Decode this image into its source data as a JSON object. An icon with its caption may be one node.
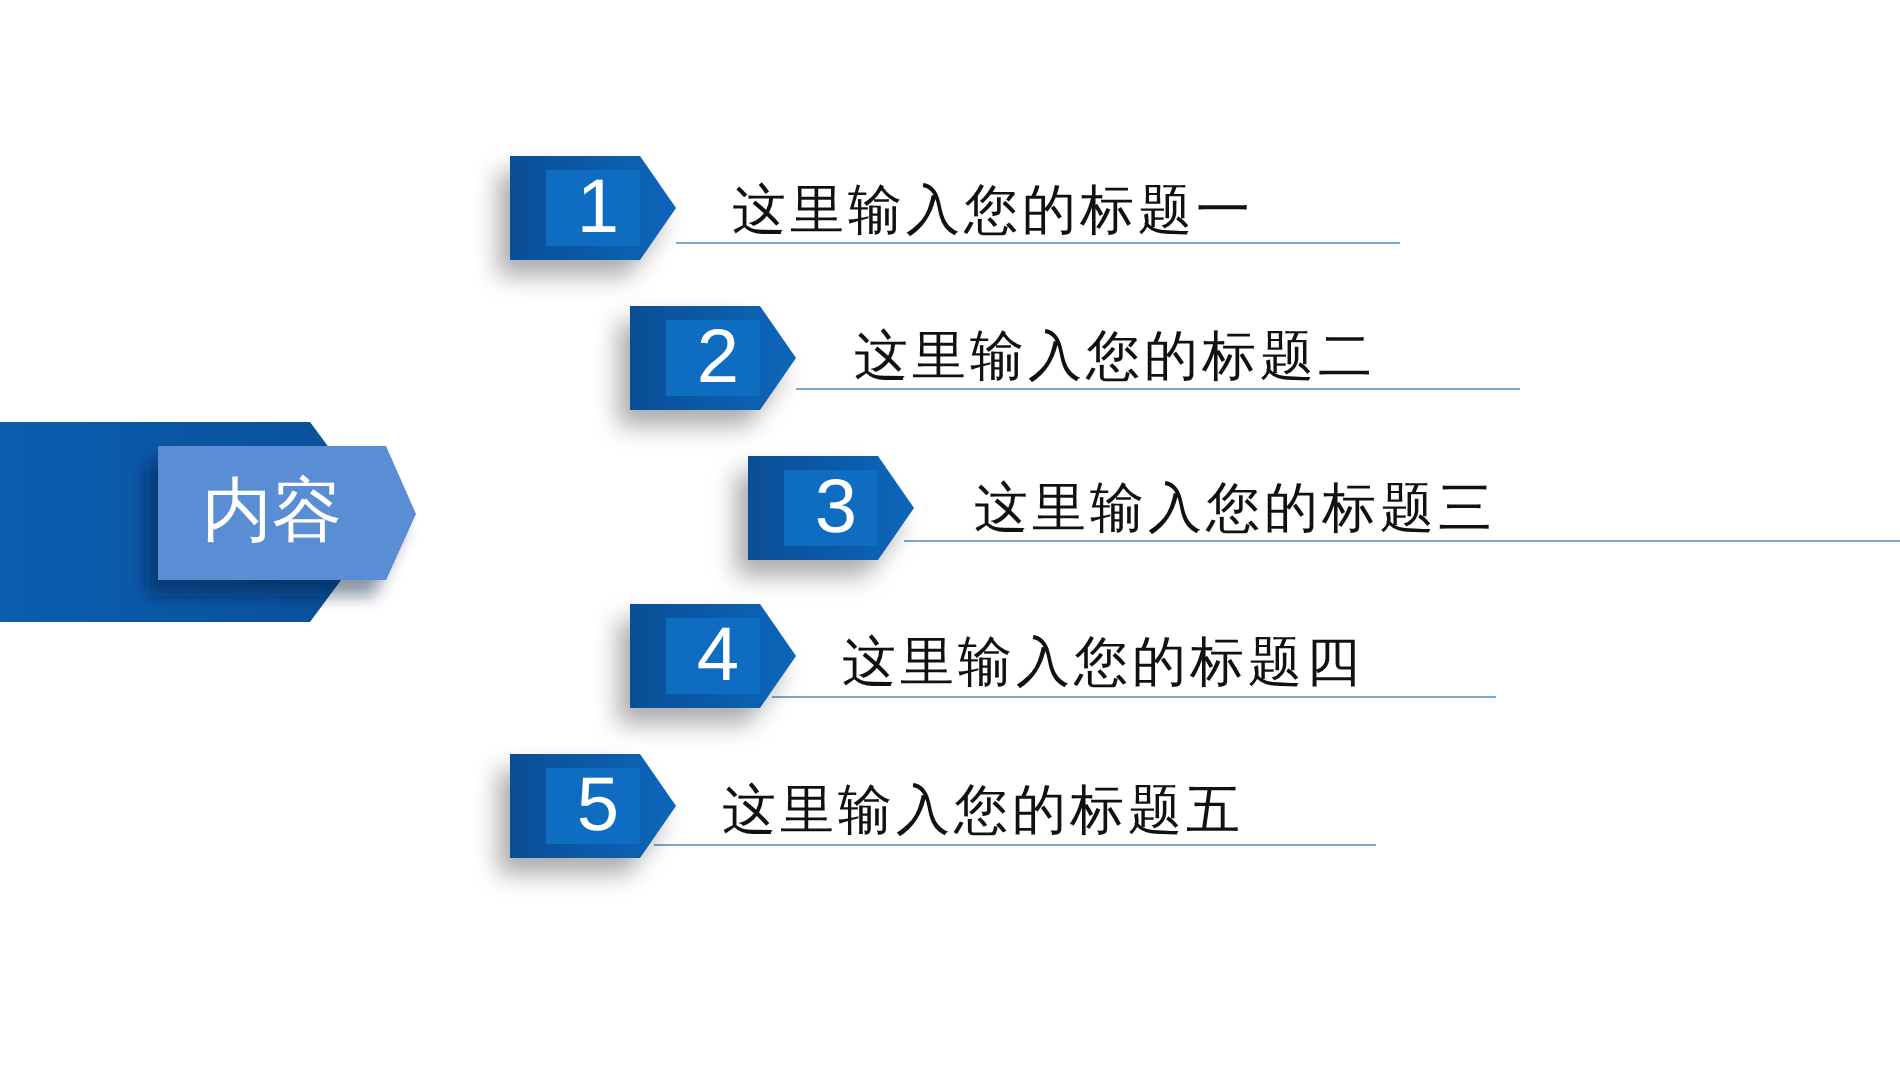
{
  "diagram": {
    "nodes": [
      {
        "text": [
          "内容"
        ]
      },
      {
        "text": [
          "1"
        ],
        "beside": [
          "这里输入您的标题一"
        ]
      },
      {
        "text": [
          "2"
        ],
        "beside": [
          "这里输入您的标题二"
        ]
      },
      {
        "text": [
          "3"
        ],
        "beside": [
          "这里输入您的标题三"
        ]
      },
      {
        "text": [
          "4"
        ],
        "beside": [
          "这里输入您的标题四"
        ]
      },
      {
        "text": [
          "5"
        ],
        "beside": [
          "这里输入您的标题五"
        ]
      }
    ]
  }
}
